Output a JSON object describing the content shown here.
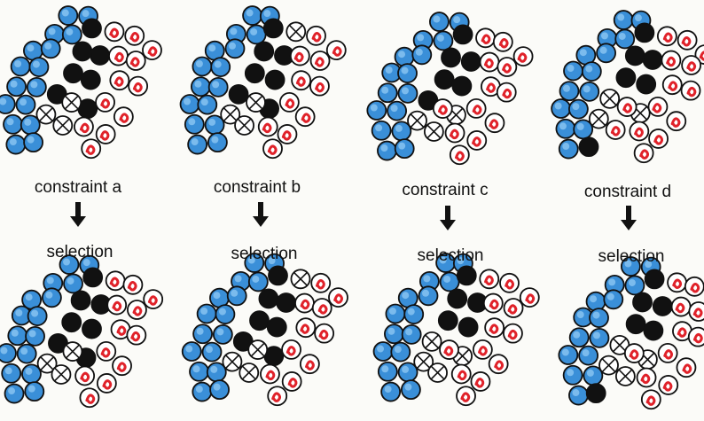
{
  "columns": [
    {
      "constraint_label": "constraint a",
      "arrow_icon": "down-arrow-icon",
      "selection_label": "selection"
    },
    {
      "constraint_label": "constraint b",
      "arrow_icon": "down-arrow-icon",
      "selection_label": "selection"
    },
    {
      "constraint_label": "constraint c",
      "arrow_icon": "down-arrow-icon",
      "selection_label": "selection"
    },
    {
      "constraint_label": "constraint d",
      "arrow_icon": "down-arrow-icon",
      "selection_label": "selection"
    }
  ],
  "legend_types": {
    "blue": {
      "icon": "blue-circle-icon",
      "color": "#3a8fd8"
    },
    "black": {
      "icon": "black-circle-icon",
      "color": "#111111"
    },
    "crossed": {
      "icon": "crossed-circle-icon",
      "color": "#ffffff"
    },
    "red": {
      "icon": "red-circle-icon",
      "color": "#e0222a"
    }
  },
  "clusters": [
    {
      "name": "cluster-a-before",
      "circles": [
        "b",
        "b",
        "b",
        "b",
        "b",
        "b",
        "b",
        "b",
        "b",
        "b",
        "b",
        "b",
        "b",
        "b",
        "b",
        "b",
        "k",
        "k",
        "k",
        "k",
        "k",
        "k",
        "k",
        "x",
        "x",
        "x",
        "r",
        "r",
        "r",
        "r",
        "r",
        "r",
        "r",
        "r",
        "r",
        "r",
        "r",
        "r"
      ]
    },
    {
      "name": "cluster-b-before",
      "circles": [
        "b",
        "b",
        "b",
        "b",
        "b",
        "b",
        "b",
        "b",
        "b",
        "b",
        "b",
        "b",
        "b",
        "b",
        "b",
        "b",
        "k",
        "k",
        "k",
        "k",
        "k",
        "k",
        "k",
        "x",
        "x",
        "x",
        "x",
        "r",
        "r",
        "r",
        "r",
        "r",
        "r",
        "r",
        "r",
        "r",
        "r",
        "r"
      ]
    },
    {
      "name": "cluster-c-before",
      "circles": [
        "b",
        "b",
        "b",
        "b",
        "b",
        "b",
        "b",
        "b",
        "b",
        "b",
        "b",
        "b",
        "b",
        "b",
        "b",
        "b",
        "k",
        "k",
        "k",
        "k",
        "k",
        "k",
        "x",
        "x",
        "x",
        "r",
        "r",
        "r",
        "r",
        "r",
        "r",
        "r",
        "r",
        "r",
        "r",
        "r",
        "r",
        "r"
      ]
    },
    {
      "name": "cluster-d-before",
      "circles": [
        "b",
        "b",
        "b",
        "b",
        "b",
        "b",
        "b",
        "b",
        "b",
        "b",
        "b",
        "b",
        "b",
        "b",
        "b",
        "k",
        "k",
        "k",
        "k",
        "k",
        "k",
        "x",
        "x",
        "x",
        "r",
        "r",
        "r",
        "r",
        "r",
        "r",
        "r",
        "r",
        "r",
        "r",
        "r",
        "r",
        "r",
        "r"
      ]
    },
    {
      "name": "cluster-a-after",
      "circles": [
        "b",
        "b",
        "b",
        "b",
        "b",
        "b",
        "b",
        "b",
        "b",
        "b",
        "b",
        "b",
        "b",
        "b",
        "b",
        "b",
        "k",
        "k",
        "k",
        "k",
        "k",
        "k",
        "k",
        "x",
        "x",
        "x",
        "r",
        "r",
        "r",
        "r",
        "r",
        "r",
        "r",
        "r",
        "r",
        "r",
        "r",
        "r"
      ]
    },
    {
      "name": "cluster-b-after",
      "circles": [
        "b",
        "b",
        "b",
        "b",
        "b",
        "b",
        "b",
        "b",
        "b",
        "b",
        "b",
        "b",
        "b",
        "b",
        "b",
        "b",
        "k",
        "k",
        "k",
        "k",
        "k",
        "k",
        "k",
        "x",
        "x",
        "x",
        "x",
        "r",
        "r",
        "r",
        "r",
        "r",
        "r",
        "r",
        "r",
        "r",
        "r",
        "r"
      ]
    },
    {
      "name": "cluster-c-after",
      "circles": [
        "b",
        "b",
        "b",
        "b",
        "b",
        "b",
        "b",
        "b",
        "b",
        "b",
        "b",
        "b",
        "b",
        "b",
        "b",
        "b",
        "k",
        "k",
        "k",
        "k",
        "k",
        "x",
        "x",
        "x",
        "x",
        "r",
        "r",
        "r",
        "r",
        "r",
        "r",
        "r",
        "r",
        "r",
        "r",
        "r",
        "r",
        "r"
      ]
    },
    {
      "name": "cluster-d-after",
      "circles": [
        "b",
        "b",
        "b",
        "b",
        "b",
        "b",
        "b",
        "b",
        "b",
        "b",
        "b",
        "b",
        "b",
        "b",
        "b",
        "k",
        "k",
        "k",
        "k",
        "k",
        "k",
        "x",
        "x",
        "x",
        "x",
        "r",
        "r",
        "r",
        "r",
        "r",
        "r",
        "r",
        "r",
        "r",
        "r",
        "r",
        "r",
        "r"
      ]
    }
  ]
}
